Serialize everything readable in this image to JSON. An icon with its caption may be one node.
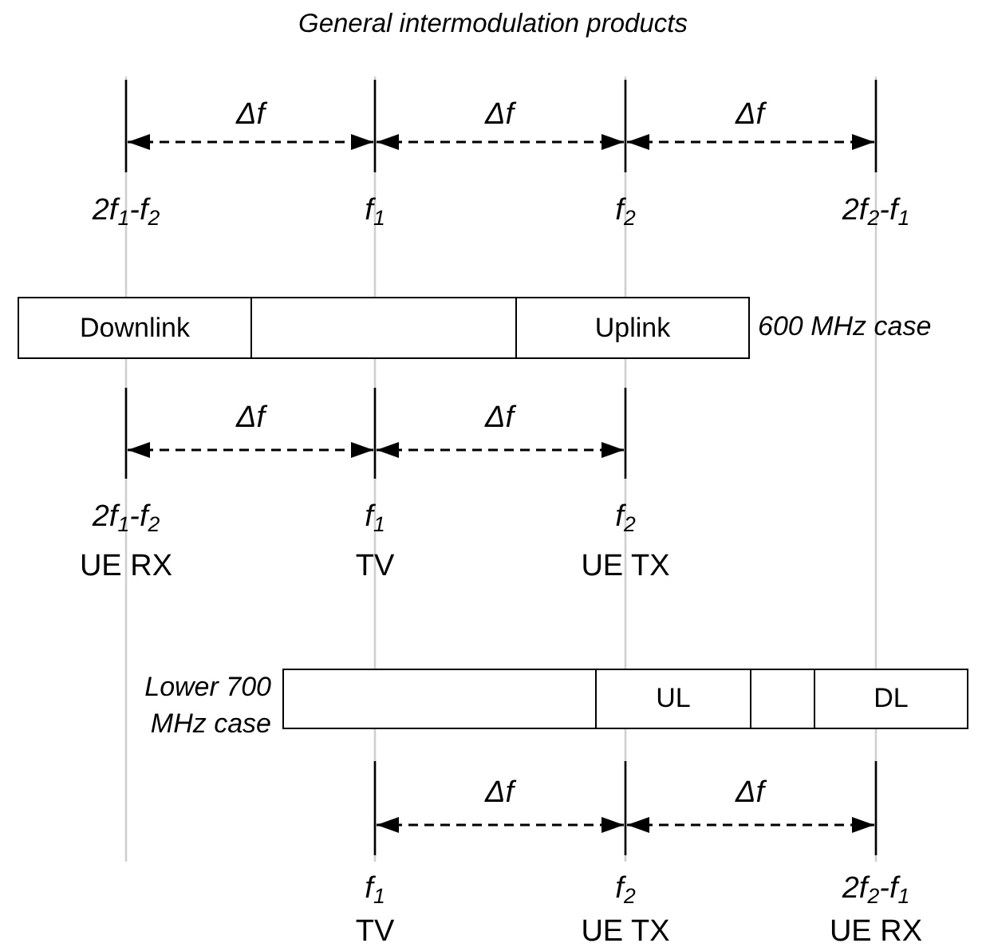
{
  "diagram": {
    "title": "General intermodulation products",
    "nodes": [
      {
        "text": [],
        "shape": "box",
        "beside": [
          "600 MHz case"
        ]
      },
      {
        "text": [
          "Downlink"
        ],
        "in": 0
      },
      {
        "text": [
          "Uplink"
        ],
        "in": 0
      },
      {
        "text": [],
        "shape": "box",
        "beside": [
          "Lower 700 MHz case"
        ]
      },
      {
        "text": [
          "UL"
        ],
        "in": 3
      },
      {
        "text": [
          "DL"
        ],
        "in": 3
      }
    ],
    "labels": [
      "Δf",
      "Δf",
      "Δf",
      "2f$_{1}$-f$_{2}$",
      "f$_{1}$",
      "f$_{2}$",
      "2f$_{2}$-f$_{1}$",
      "Δf",
      "Δf",
      "2f$_{1}$-f$_{2}$",
      "f$_{1}$",
      "f$_{2}$",
      "UE RX",
      "TV",
      "UE TX",
      "Δf",
      "Δf",
      "f$_{1}$",
      "f$_{2}$",
      "2f$_{2}$-f$_{1}$",
      "TV",
      "UE TX",
      "UE RX"
    ]
  }
}
